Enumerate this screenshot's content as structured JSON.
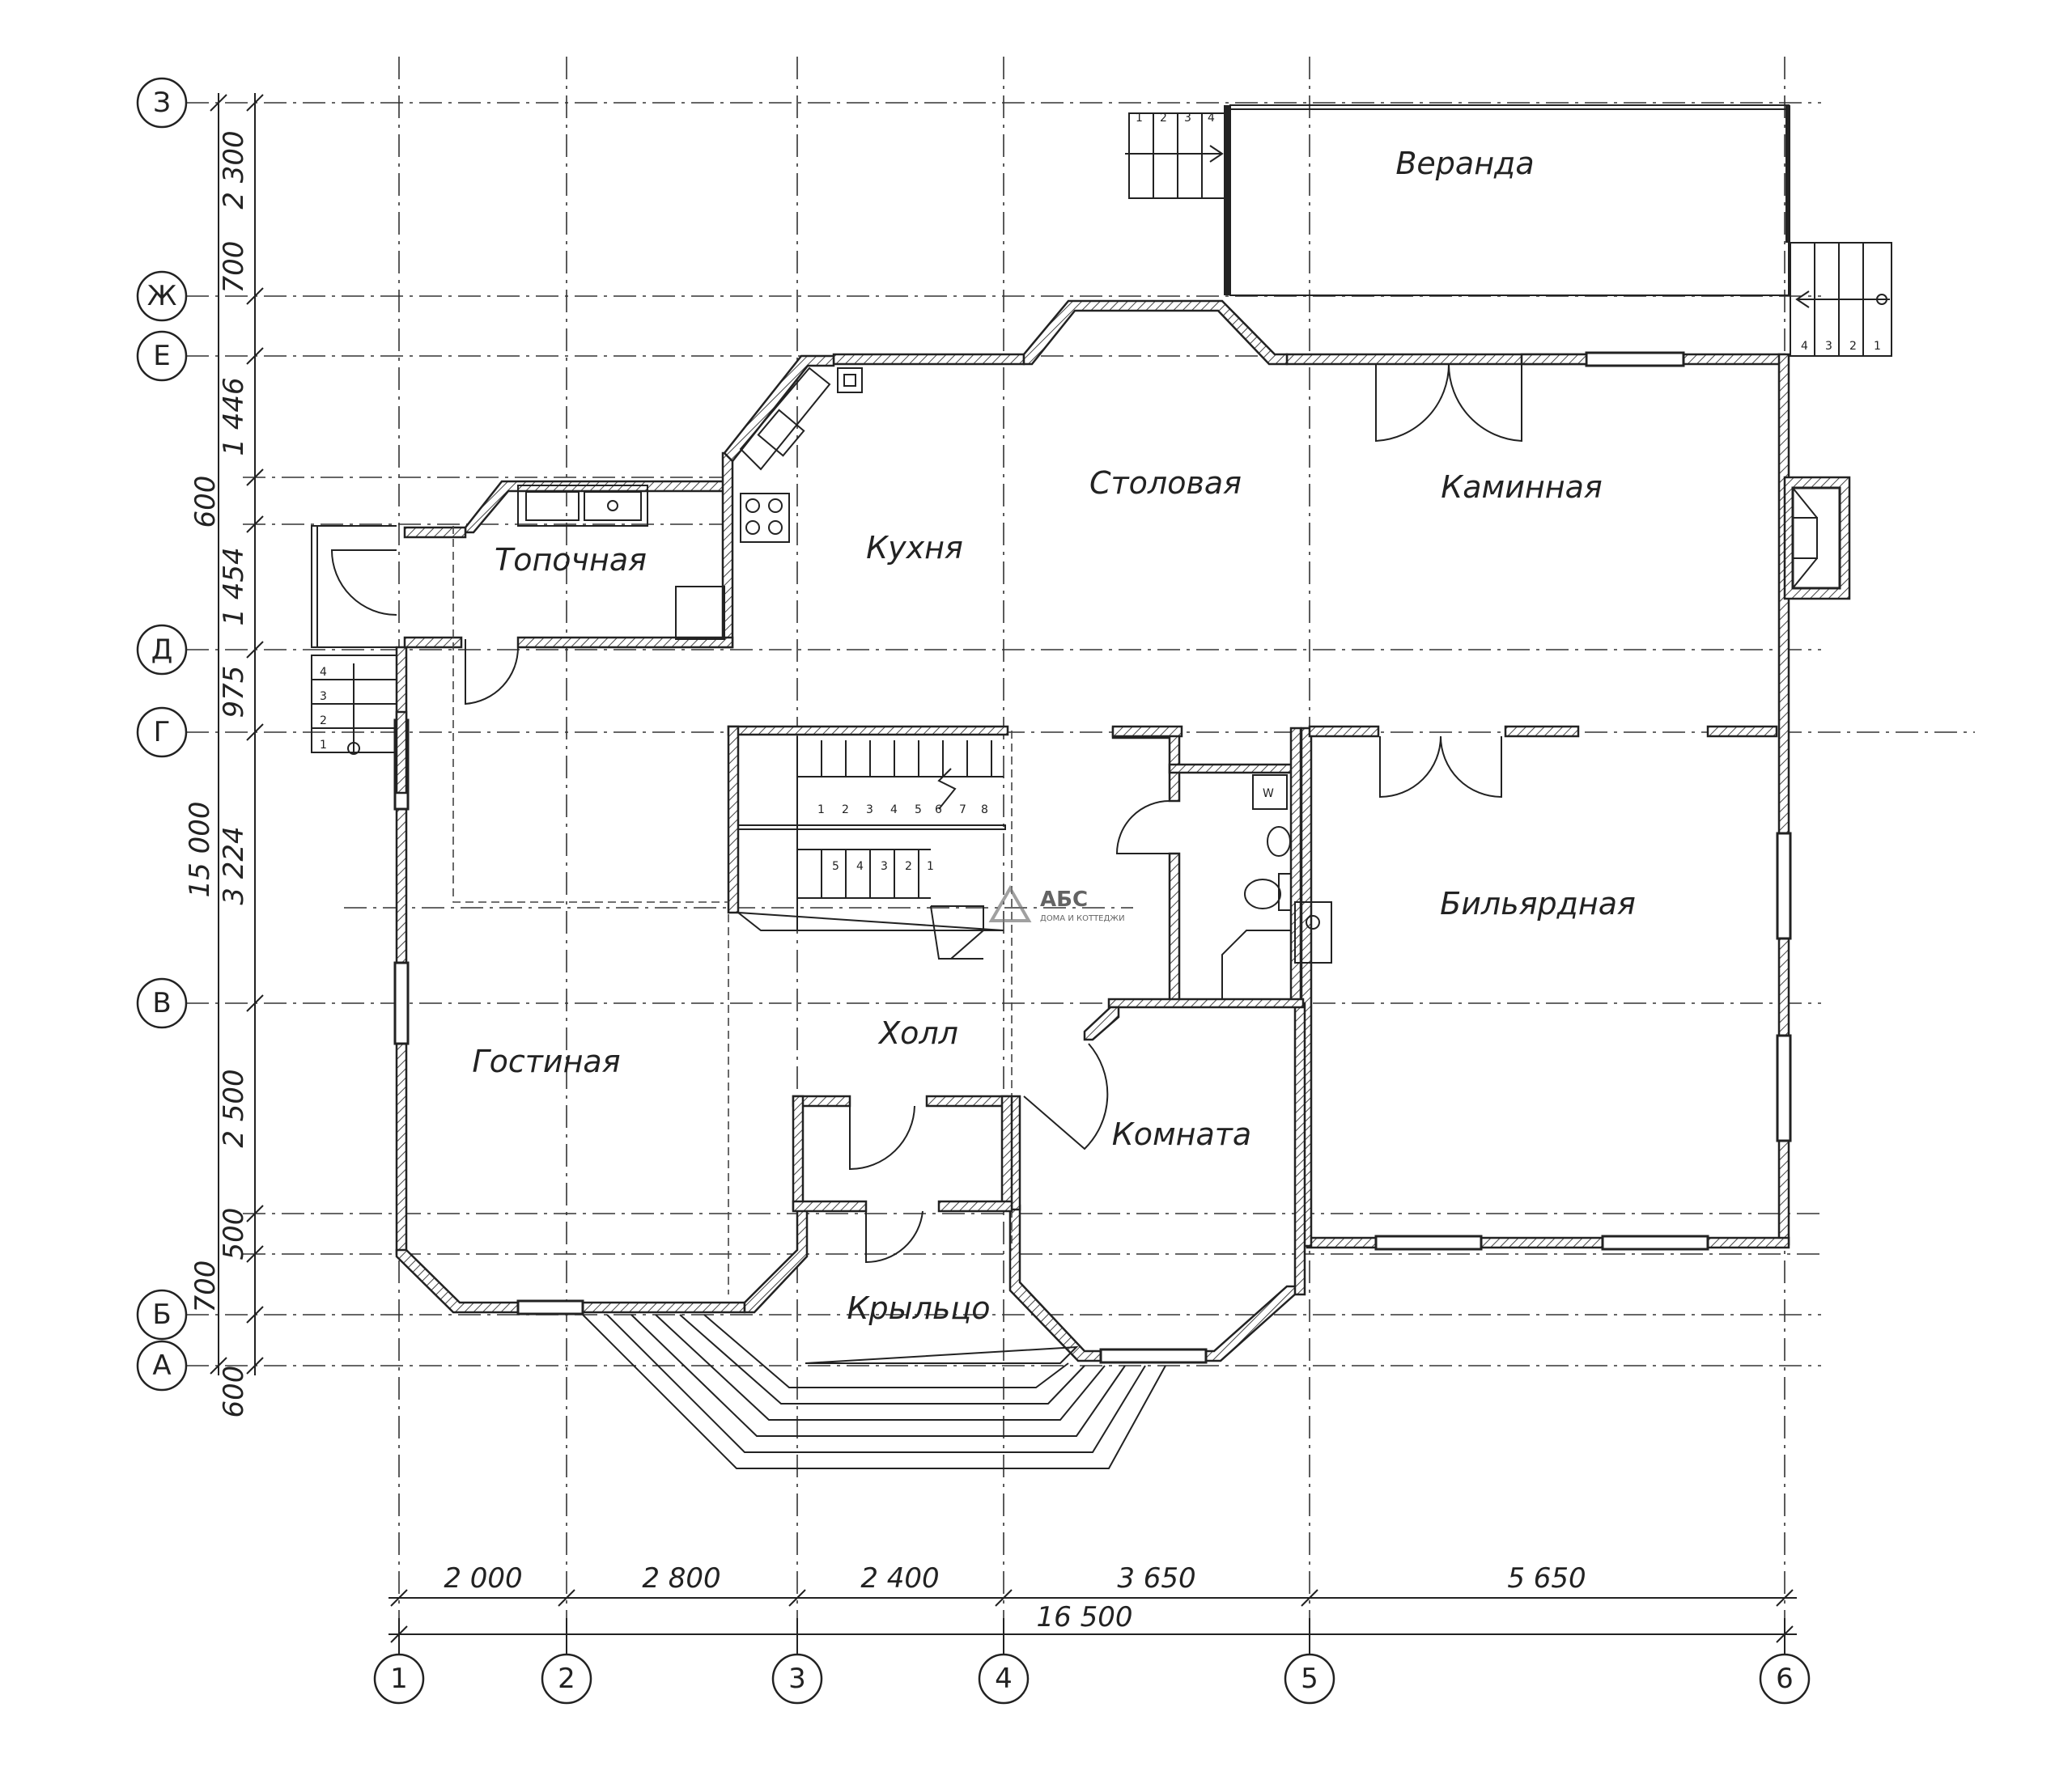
{
  "rooms": {
    "veranda": "Веранда",
    "dining": "Столовая",
    "fireplace": "Каминная",
    "boiler": "Топочная",
    "kitchen": "Кухня",
    "billiard": "Бильярдная",
    "hall": "Холл",
    "living": "Гостиная",
    "room": "Комната",
    "porch": "Крыльцо"
  },
  "axes_vertical": [
    "1",
    "2",
    "3",
    "4",
    "5",
    "6"
  ],
  "axes_horizontal": [
    "З",
    "Ж",
    "Е",
    "Д",
    "Г",
    "В",
    "Б",
    "А"
  ],
  "dims_bottom": {
    "d1": "2 000",
    "d2": "2 800",
    "d3": "2 400",
    "d4": "3 650",
    "d5": "5 650",
    "total": "16 500"
  },
  "dims_left": {
    "d_2300": "2 300",
    "d_700a": "700",
    "d_1446": "1 446",
    "d_600a": "600",
    "d_1454": "1 454",
    "d_975": "975",
    "d_3224": "3 224",
    "d_2500": "2 500",
    "d_500": "500",
    "d_700b": "700",
    "d_600b": "600",
    "total": "15 000"
  },
  "stairs": {
    "main_upper": [
      "1",
      "2",
      "3",
      "4",
      "5",
      "6",
      "7",
      "8"
    ],
    "main_lower": [
      "5",
      "4",
      "3",
      "2",
      "1"
    ],
    "veranda_left": [
      "1",
      "2",
      "3",
      "4"
    ],
    "veranda_right": [
      "4",
      "3",
      "2",
      "1"
    ],
    "side": [
      "4",
      "3",
      "2",
      "1"
    ]
  },
  "fixtures": {
    "wm": "W"
  },
  "logo": {
    "mark": "АБС",
    "tagline": "ДОМА И КОТТЕДЖИ"
  }
}
